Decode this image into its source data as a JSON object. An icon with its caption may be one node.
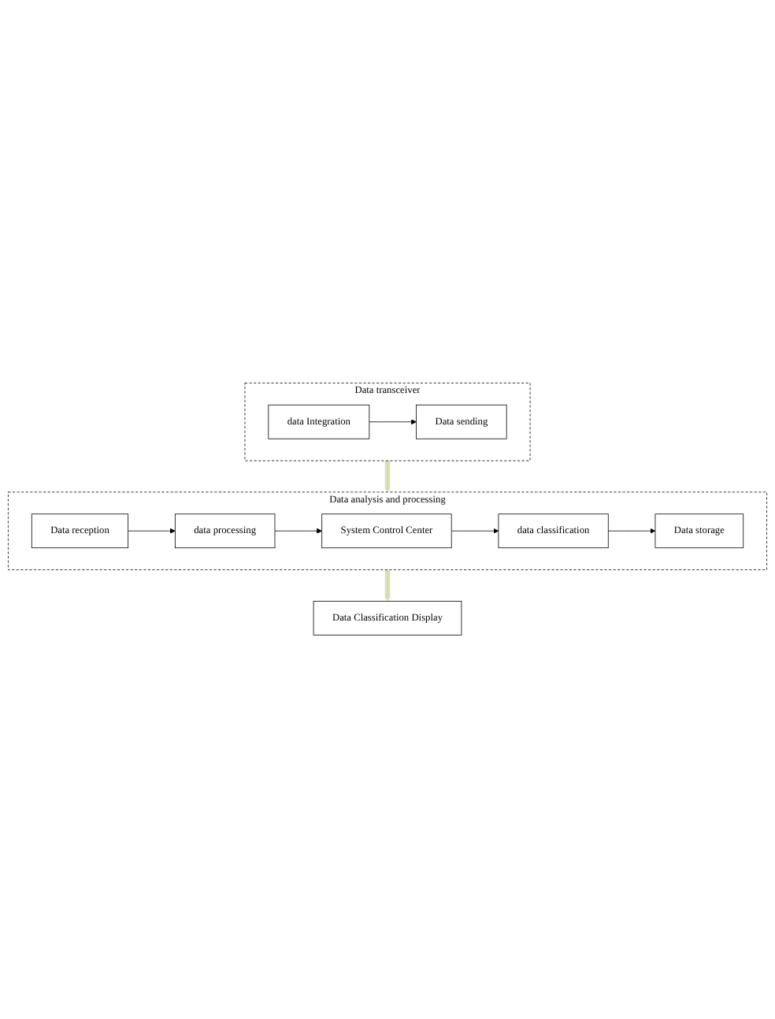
{
  "diagram": {
    "nodes": [
      {
        "text": [
          "Data transceiver"
        ]
      },
      {
        "text": [
          "data Integration"
        ],
        "in": 0
      },
      {
        "text": [
          "Data sending"
        ],
        "in": 0
      },
      {
        "text": [
          "Data analysis and processing"
        ]
      },
      {
        "text": [
          "Data reception"
        ],
        "in": 3
      },
      {
        "text": [
          "data processing"
        ],
        "in": 3
      },
      {
        "text": [
          "System Control Center"
        ],
        "in": 3
      },
      {
        "text": [
          "data classification"
        ],
        "in": 3
      },
      {
        "text": [
          "Data storage"
        ],
        "in": 3
      },
      {
        "text": [
          "Data Classification Display"
        ]
      }
    ],
    "edges": [
      {
        "from": 1,
        "to": 2,
        "arrow": "to"
      },
      {
        "from": 0,
        "to": 3,
        "arrow": "to",
        "style": "thick",
        "color": "#d9ddb8"
      },
      {
        "from": 4,
        "to": 5,
        "arrow": "to"
      },
      {
        "from": 5,
        "to": 6,
        "arrow": "to"
      },
      {
        "from": 6,
        "to": 7,
        "arrow": "to"
      },
      {
        "from": 7,
        "to": 8,
        "arrow": "to"
      },
      {
        "from": 3,
        "to": 9,
        "arrow": "to",
        "style": "thick",
        "color": "#d9ddb8"
      }
    ]
  }
}
